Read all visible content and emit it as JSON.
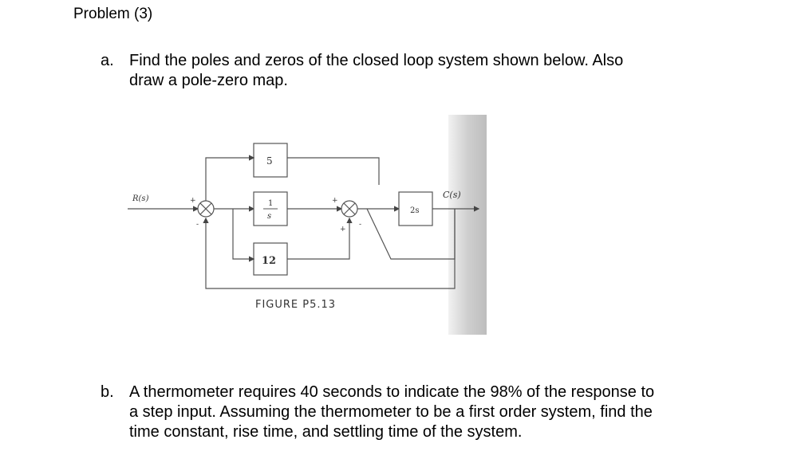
{
  "problem": {
    "title": "Problem (3)"
  },
  "part_a": {
    "marker": "a.",
    "lines": [
      "Find the poles and zeros of the closed loop system shown below. Also",
      "draw a pole-zero map."
    ]
  },
  "figure": {
    "caption": "FIGURE P5.13",
    "input_label": "R(s)",
    "output_label": "C(s)",
    "block_top": "5",
    "block_mid_num": "1",
    "block_mid_den": "s",
    "block_bottom": "12",
    "block_right": "2s",
    "sum1_sign_left": "+",
    "sum1_sign_bottom": "-",
    "sum2_sign_left": "+",
    "sum2_sign_bottom": "+",
    "sum2_sign_right": "-"
  },
  "part_b": {
    "marker": "b.",
    "lines": [
      "A thermometer requires 40 seconds to indicate the 98% of the response to",
      "a step input. Assuming the thermometer to be a first order system, find the",
      "time constant, rise time, and settling time of the system."
    ]
  }
}
